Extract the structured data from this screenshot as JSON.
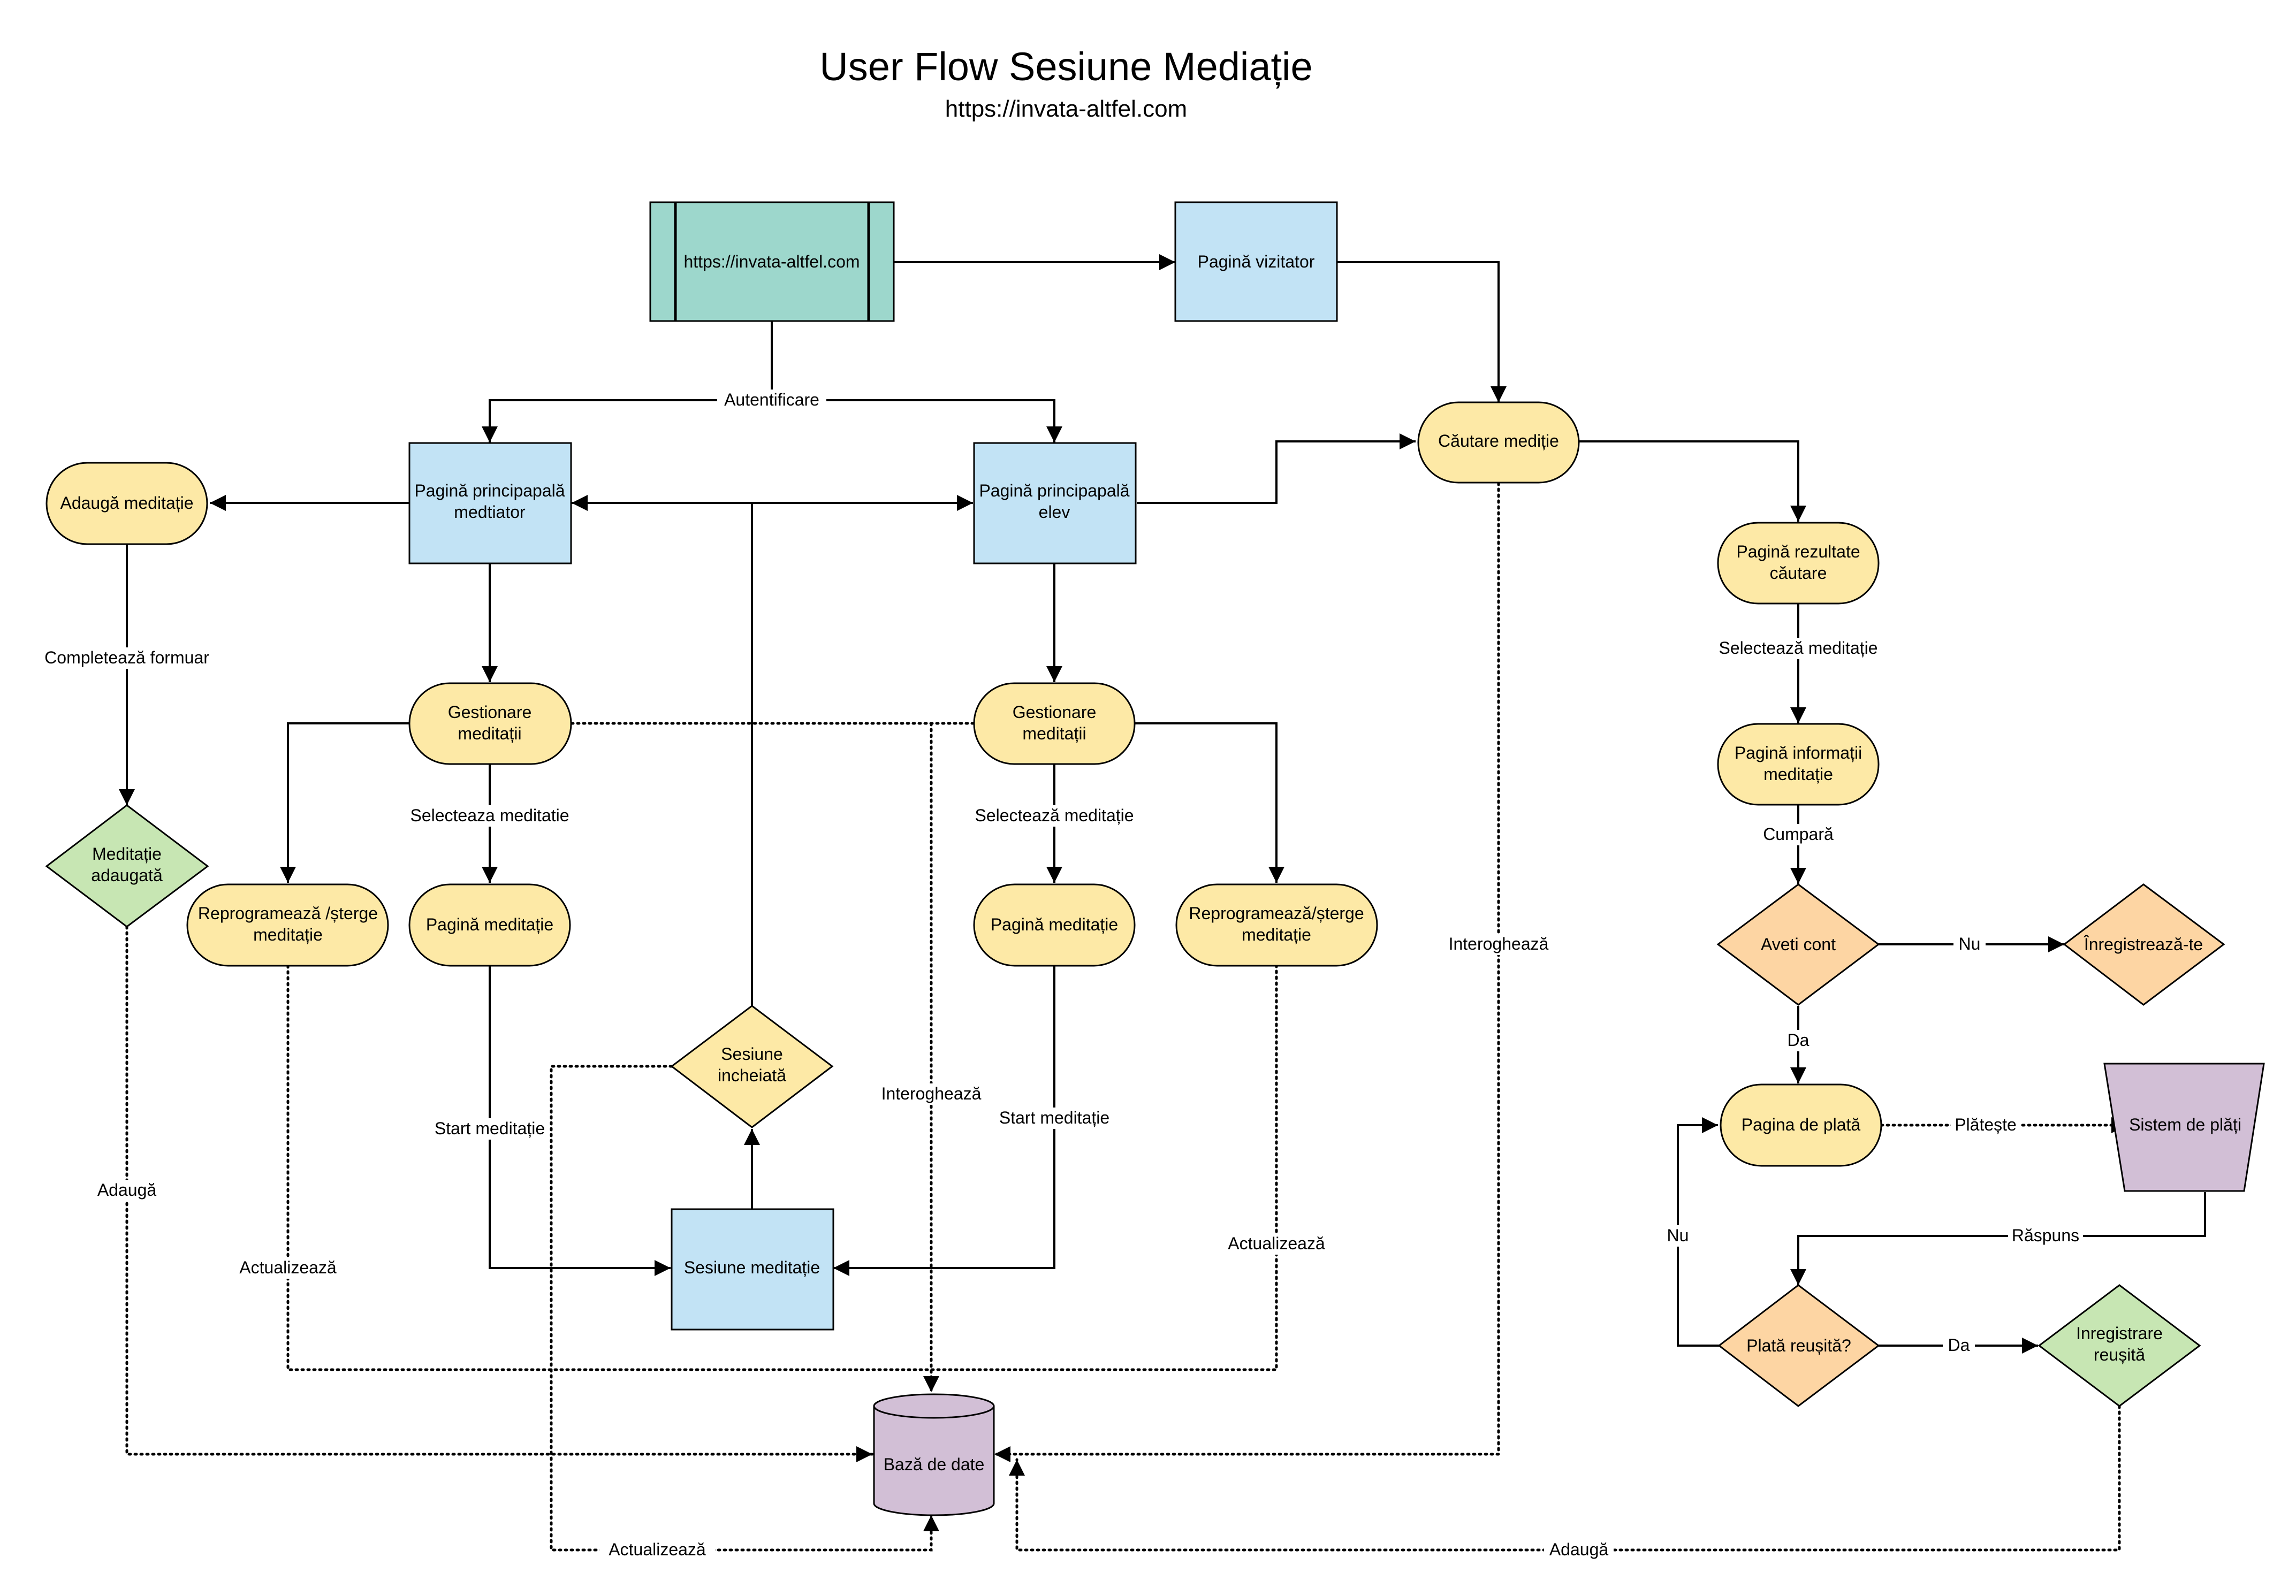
{
  "header": {
    "title": "User Flow Sesiune Mediație",
    "subtitle": "https://invata-altfel.com"
  },
  "colors": {
    "teal": "#9dd7cc",
    "blue": "#c2e3f5",
    "yellow": "#fde9a6",
    "green": "#c7e6b3",
    "orange": "#fdd5a3",
    "purple": "#d2bfd6"
  },
  "nodes": {
    "site": "https://invata-altfel.com",
    "visitor_page": "Pagină vizitator",
    "search": "Căutare mediție",
    "tutor_home": [
      "Pagină principapală",
      "medtiator"
    ],
    "student_home": [
      "Pagină principapală",
      "elev"
    ],
    "add_tutoring": "Adaugă meditație",
    "tutoring_added": [
      "Meditație",
      "adaugată"
    ],
    "manage_tutor": [
      "Gestionare",
      "meditații"
    ],
    "manage_student": [
      "Gestionare",
      "meditații"
    ],
    "reschedule_tutor": [
      "Reprogramează /șterge",
      "meditație"
    ],
    "tutoring_page_tutor": "Pagină meditație",
    "tutoring_page_student": "Pagină meditație",
    "reschedule_student": [
      "Reprogramează/șterge",
      "meditație"
    ],
    "session_ended": [
      "Sesiune",
      "incheiată"
    ],
    "session": "Sesiune meditație",
    "database": "Bază de date",
    "search_results": [
      "Pagină rezultate",
      "căutare"
    ],
    "tutoring_info": [
      "Pagină informații",
      "meditație"
    ],
    "have_account": "Aveti cont",
    "register": "Înregistrează-te",
    "payment_page": "Pagina de plată",
    "payment_system": "Sistem de plăți",
    "payment_ok": "Plată reușită?",
    "registration_ok": [
      "Inregistrare",
      "reușită"
    ]
  },
  "edges": {
    "auth": "Autentificare",
    "fill_form": "Completează formuar",
    "select_tutor": "Selecteaza meditatie",
    "select_student": "Selectează meditație",
    "start_tutor": "Start meditație",
    "start_student": "Start meditație",
    "add_db": "Adaugă",
    "update_tutor": "Actualizează",
    "query_manage": "Interoghează",
    "update_student": "Actualizează",
    "query_search": "Interoghează",
    "update_session": "Actualizează",
    "add_registration": "Adaugă",
    "select_result": "Selectează meditație",
    "buy": "Cumpară",
    "no_account": "Nu",
    "yes_account": "Da",
    "pay": "Plătește",
    "response": "Răspuns",
    "payment_no": "Nu",
    "payment_yes": "Da"
  }
}
